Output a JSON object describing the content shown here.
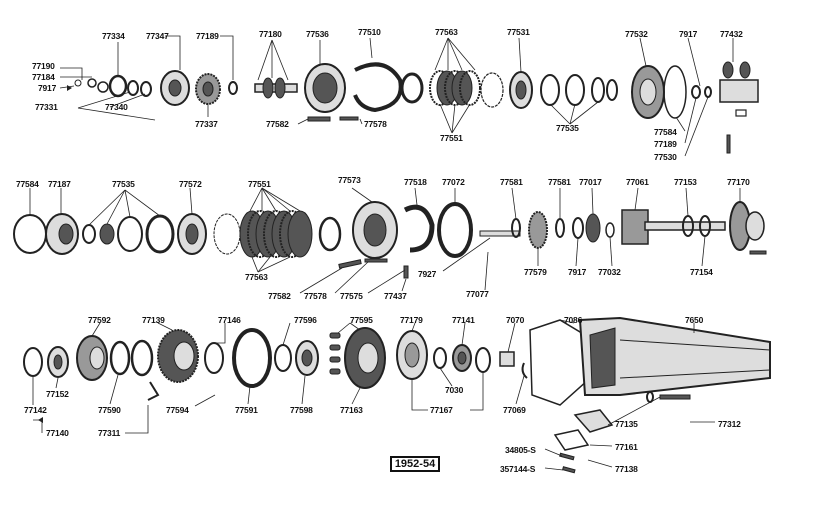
{
  "year_stamp": "1952-54",
  "row1_labels": [
    "77334",
    "77347",
    "77189",
    "77180",
    "77536",
    "77510",
    "77563",
    "77531",
    "77532",
    "7917",
    "77432",
    "77190",
    "77184",
    "7917",
    "77331",
    "77340",
    "77337",
    "77582",
    "77578",
    "77551",
    "77535",
    "77584",
    "77189",
    "77530"
  ],
  "row2_labels": [
    "77584",
    "77187",
    "77535",
    "77572",
    "77551",
    "77573",
    "77518",
    "77072",
    "77581",
    "77581",
    "77017",
    "77061",
    "77153",
    "77170",
    "77563",
    "77582",
    "77578",
    "77575",
    "77437",
    "7927",
    "77077",
    "77579",
    "7917",
    "77032",
    "77154"
  ],
  "row3_labels": [
    "77592",
    "77139",
    "77146",
    "77596",
    "77595",
    "77179",
    "77141",
    "7070",
    "7086",
    "7650",
    "77142",
    "77152",
    "77590",
    "77594",
    "77591",
    "77598",
    "77163",
    "7030",
    "77069",
    "77140",
    "77311",
    "77167",
    "77135",
    "77312",
    "77161",
    "34805-S",
    "77138",
    "357144-S"
  ]
}
